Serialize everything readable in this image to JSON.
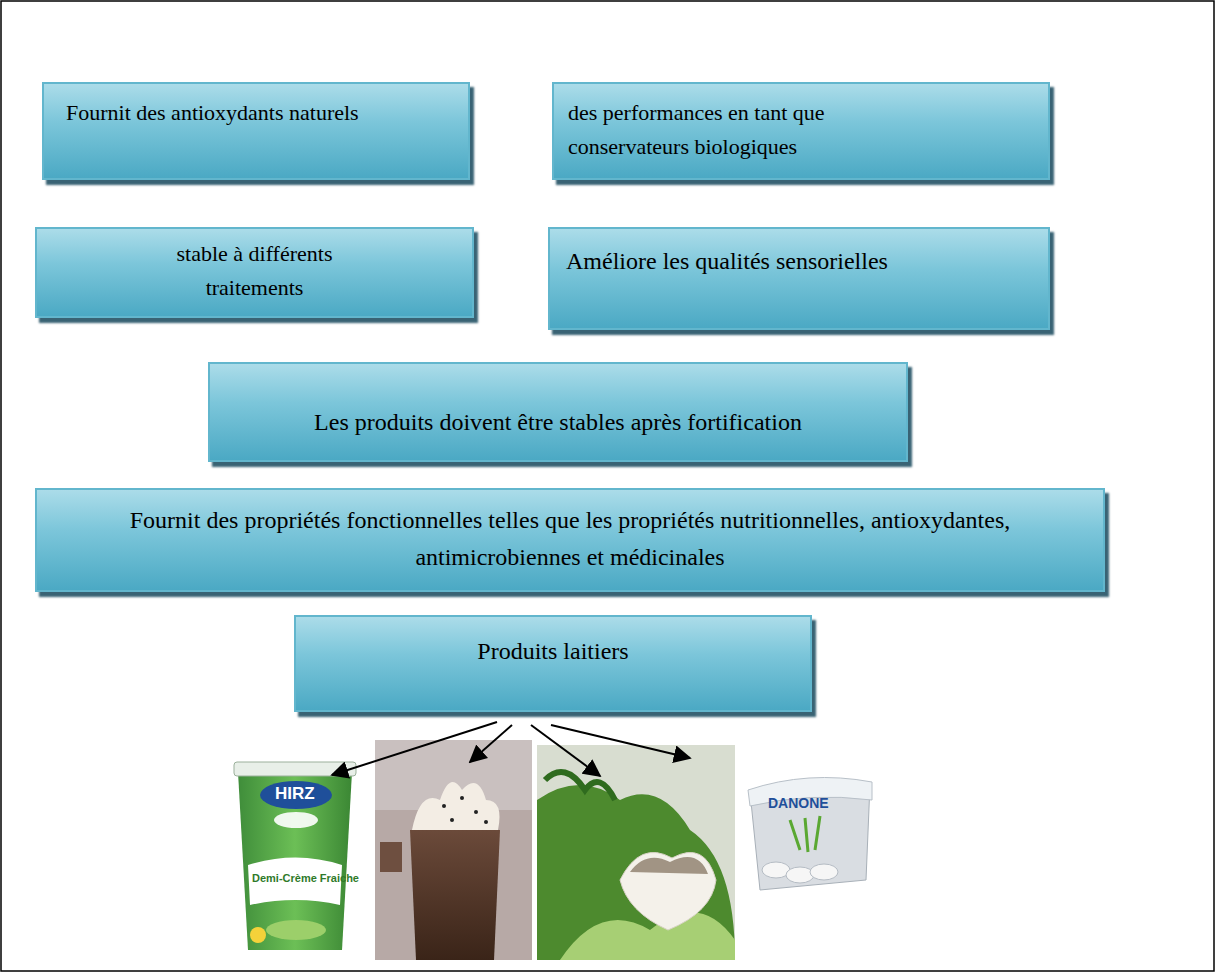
{
  "diagram": {
    "nodes": [
      {
        "text": [
          "Fournit des antioxydants naturels"
        ]
      },
      {
        "text": [
          "des performances en tant que conservateurs biologiques"
        ]
      },
      {
        "text": [
          "stable à différents traitements"
        ]
      },
      {
        "text": [
          "Améliore les qualités sensorielles"
        ]
      },
      {
        "text": [
          "Les produits doivent être stables après fortification"
        ]
      },
      {
        "text": [
          "Fournit des propriétés fonctionnelles telles que les propriétés nutritionnelles, antioxydantes, antimicrobiennes et médicinales"
        ]
      },
      {
        "text": [
          "Produits laitiers"
        ]
      }
    ],
    "labels": [
      "HIRZ",
      "Demi-Crème Fraiche",
      "DANONE"
    ]
  }
}
